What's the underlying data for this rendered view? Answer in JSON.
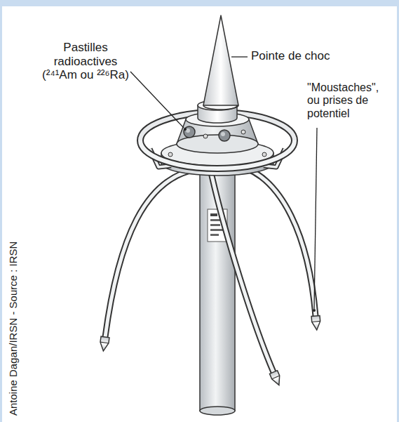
{
  "diagram": {
    "labels": [
      "Pastilles radioactives (²⁴¹Am ou ²²⁶Ra)",
      "Pointe de choc",
      "\"Moustaches\", ou prises de potentiel",
      "Antoine Dagan/IRSN - Source : IRSN"
    ]
  }
}
